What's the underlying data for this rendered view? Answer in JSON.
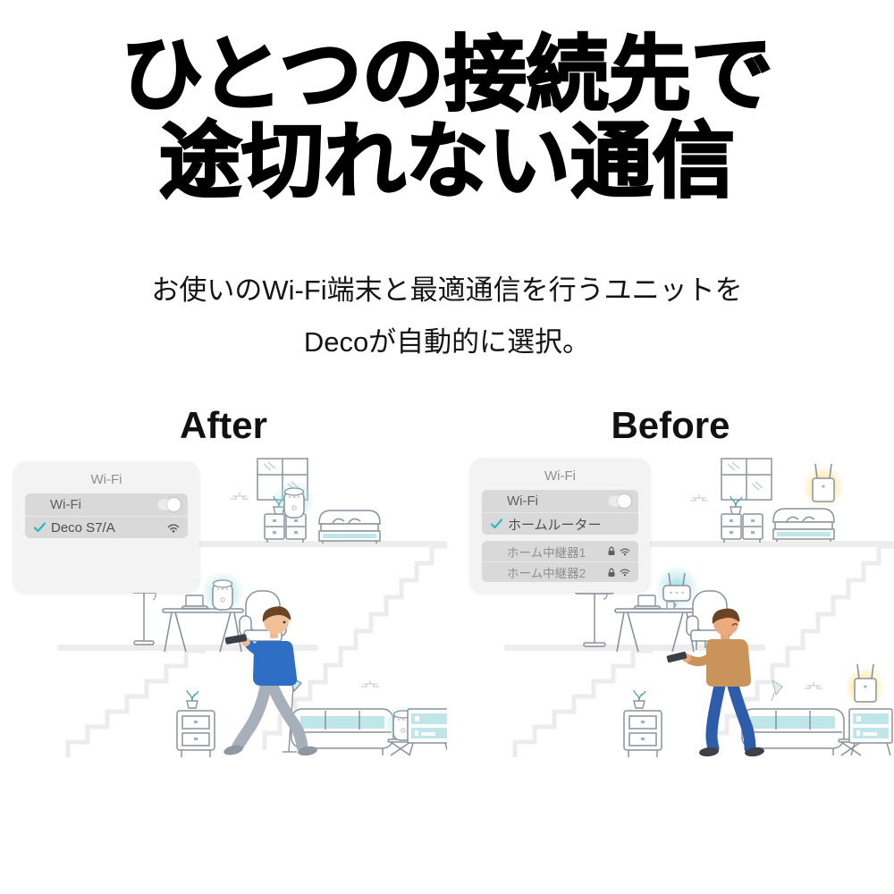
{
  "headline": {
    "line1": "ひとつの接続先で",
    "line2": "途切れない通信"
  },
  "subtitle": {
    "line1": "お使いのWi-Fi端末と最適通信を行うユニットを",
    "line2": "Decoが自動的に選択。"
  },
  "after": {
    "label": "After",
    "popup": {
      "title": "Wi-Fi",
      "wifi_row": {
        "label": "Wi-Fi",
        "toggle_state": "on"
      },
      "connected_network": {
        "name": "Deco S7/A",
        "checked": true,
        "icons": [
          "check-icon",
          "wifi-icon"
        ]
      }
    },
    "devices": [
      "deco-unit-bedroom",
      "deco-unit-desk",
      "deco-unit-livingroom"
    ]
  },
  "before": {
    "label": "Before",
    "popup": {
      "title": "Wi-Fi",
      "wifi_row": {
        "label": "Wi-Fi",
        "toggle_state": "on"
      },
      "connected_network": {
        "name": "ホームルーター",
        "checked": true,
        "icons": [
          "check-icon"
        ]
      },
      "other_networks": [
        {
          "name": "ホーム中継器1",
          "icons": [
            "lock-icon",
            "wifi-icon"
          ]
        },
        {
          "name": "ホーム中継器2",
          "icons": [
            "lock-icon",
            "wifi-icon"
          ]
        }
      ]
    },
    "devices": [
      "extender-bedroom",
      "router-desk",
      "extender-livingroom"
    ]
  },
  "colors": {
    "headline_text": "#000000",
    "accent_check_teal": "#2eb6bf",
    "glow_teal": "#8fd6db",
    "glow_yellow": "#ffd34d",
    "cushion_teal": "#bfe7ea",
    "popup_bg": "#f3f3f3",
    "popup_row_bg": "#d9d9d9",
    "shirt_blue_after": "#2f6ec5",
    "shirt_tan_before": "#c9935a",
    "jeans_blue_before": "#2d5cab",
    "pants_gray_after": "#a7afba",
    "outline_gray": "#8a929b"
  }
}
